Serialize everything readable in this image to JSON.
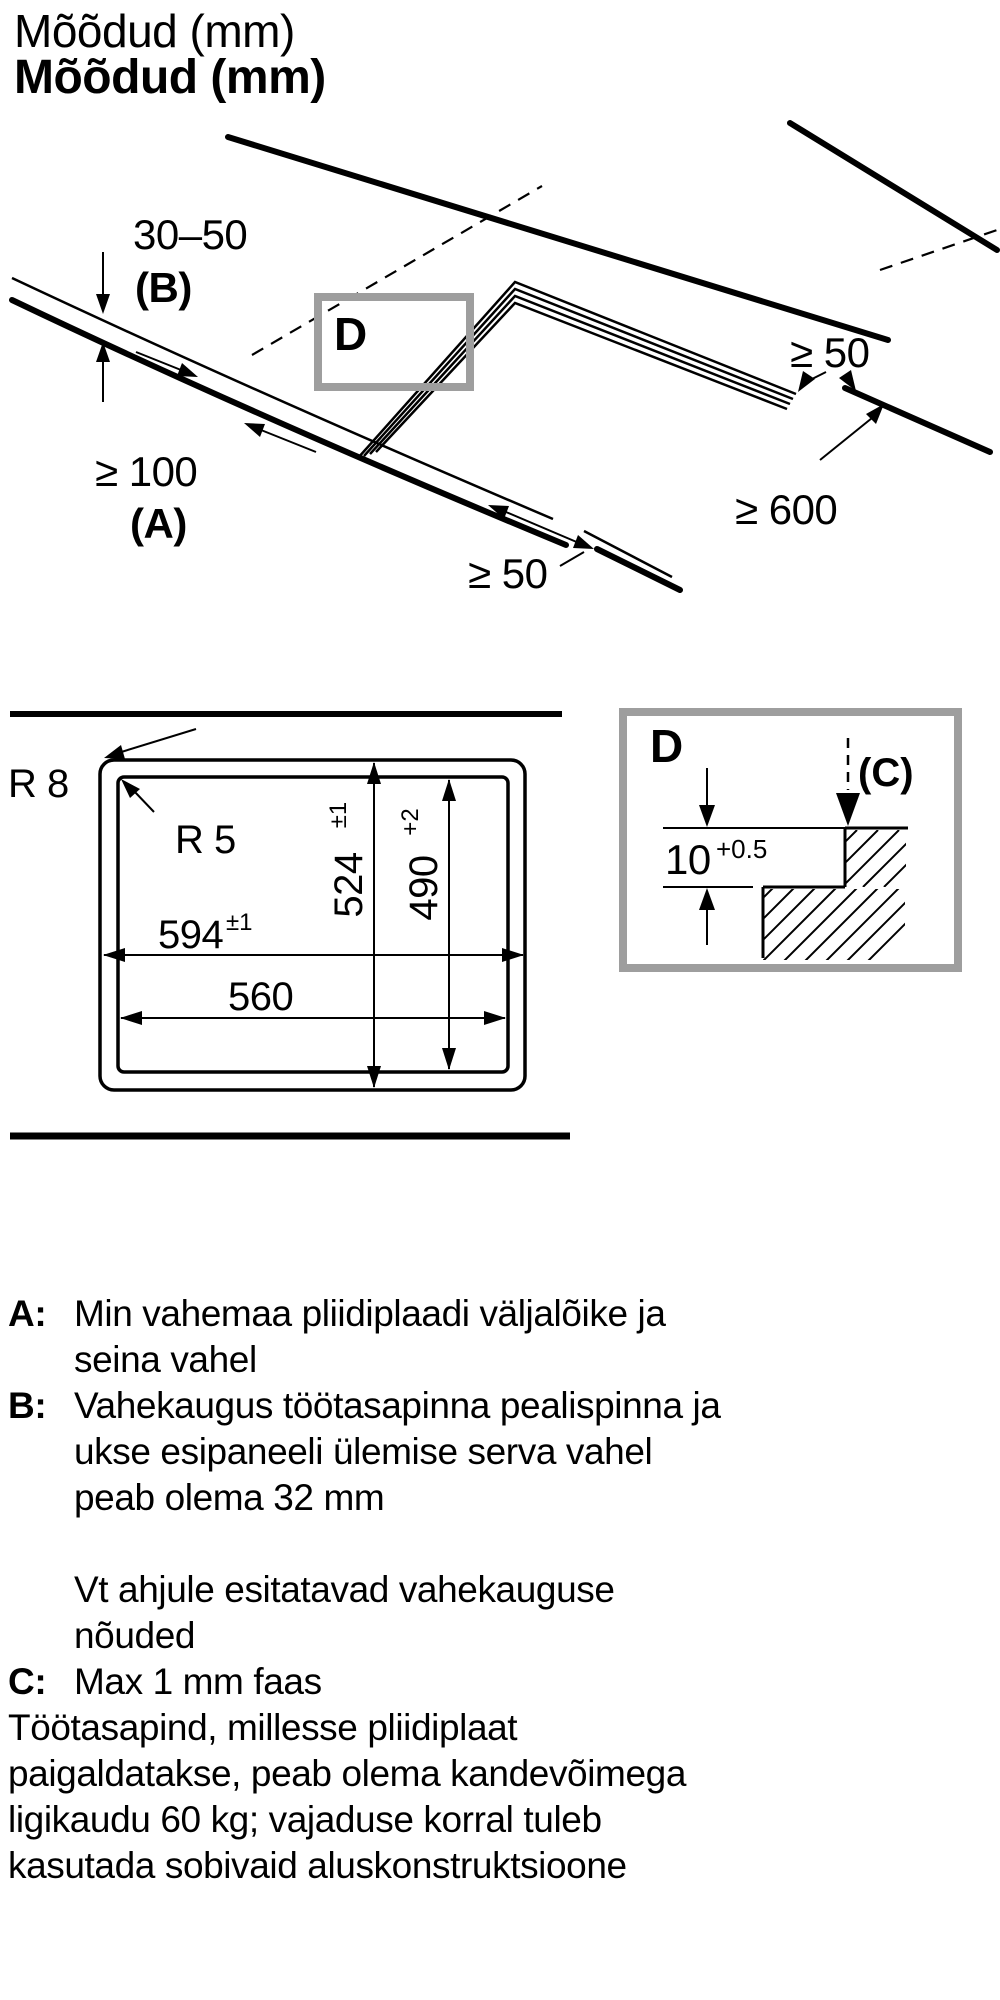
{
  "page": {
    "title_regular": "Mõõdud (mm)",
    "title_bold": "Mõõdud (mm)"
  },
  "colors": {
    "ink": "#000000",
    "detail_box_border": "#9e9e9e",
    "background": "#ffffff"
  },
  "perspective": {
    "dim_thickness": "30–50",
    "dim_thickness_key": "(B)",
    "dim_wall": "≥ 100",
    "dim_wall_key": "(A)",
    "dim_front_gap": "≥ 50",
    "dim_side_gap": "≥ 50",
    "dim_worktop_depth": "≥ 600",
    "detail_label": "D"
  },
  "top_view": {
    "radius_outer": "R 8",
    "radius_inner": "R 5",
    "width_appliance": "594",
    "width_appliance_tol": "±1",
    "width_cutout": "560",
    "depth_appliance": "524",
    "depth_appliance_tol": "±1",
    "depth_cutout": "490",
    "depth_cutout_tol": "+2"
  },
  "detail_d": {
    "label": "D",
    "chamfer_key": "(C)",
    "step_depth": "10",
    "step_depth_tol": "+0.5"
  },
  "notes": [
    {
      "key": "A:",
      "lines": [
        "Min vahemaa pliidiplaadi väljalõike ja",
        "seina vahel"
      ]
    },
    {
      "key": "B:",
      "lines": [
        "Vahekaugus töötasapinna pealispinna ja",
        "ukse esipaneeli ülemise serva vahel",
        "peab olema 32 mm",
        "",
        "Vt ahjule esitatavad vahekauguse",
        "nõuded"
      ]
    },
    {
      "key": "C:",
      "lines": [
        "Max 1 mm faas"
      ]
    },
    {
      "key": "",
      "lines": [
        "Töötasapind, millesse pliidiplaat",
        "paigaldatakse, peab olema kandevõimega",
        "ligikaudu 60 kg; vajaduse korral tuleb",
        "kasutada sobivaid aluskonstruktsioone"
      ]
    }
  ]
}
